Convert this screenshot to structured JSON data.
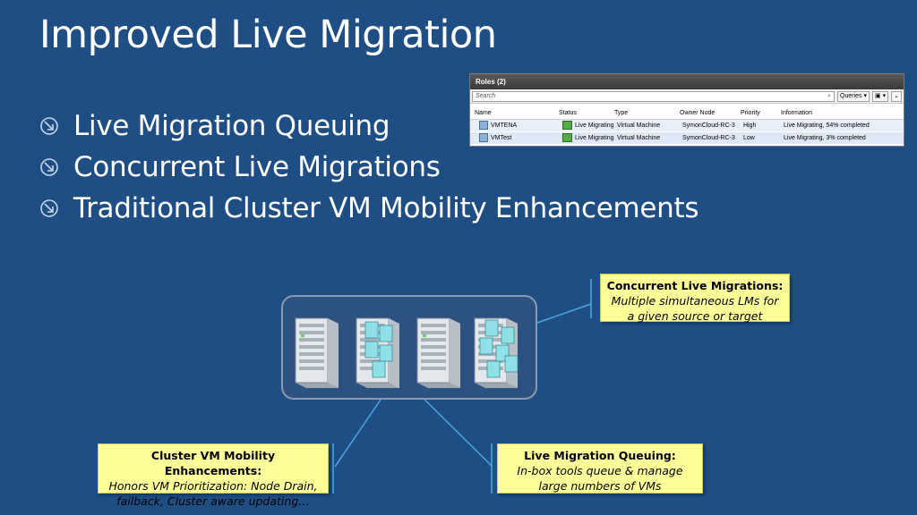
{
  "slide": {
    "title": "Improved Live Migration",
    "bullets": [
      "Live Migration Queuing",
      "Concurrent Live Migrations",
      "Traditional Cluster VM Mobility Enhancements"
    ]
  },
  "roles_panel": {
    "header": "Roles (2)",
    "search_placeholder": "Search",
    "queries_label": "Queries",
    "columns": [
      "Name",
      "Status",
      "Type",
      "Owner Node",
      "Priority",
      "Information"
    ],
    "rows": [
      {
        "name": "VMTENA",
        "status": "Live Migrating",
        "type": "Virtual Machine",
        "owner": "SymonCloud-RC-3",
        "priority": "High",
        "info": "Live Migrating, 54% completed"
      },
      {
        "name": "VMTest",
        "status": "Live Migrating",
        "type": "Virtual Machine",
        "owner": "SymonCloud-RC-3",
        "priority": "Low",
        "info": "Live Migrating, 3% completed"
      }
    ]
  },
  "callouts": {
    "concurrent": {
      "title": "Concurrent Live Migrations:",
      "body": "Multiple simultaneous LMs for a given source or target"
    },
    "cluster": {
      "title": "Cluster VM Mobility Enhancements:",
      "body": "Honors VM Prioritization: Node Drain, failback, Cluster aware updating…"
    },
    "queuing": {
      "title": "Live Migration Queuing:",
      "body": "In-box tools queue & manage large numbers of VMs"
    }
  },
  "colors": {
    "background": "#1f4e85",
    "callout": "#ffff99",
    "connector": "#4aa8e0"
  }
}
